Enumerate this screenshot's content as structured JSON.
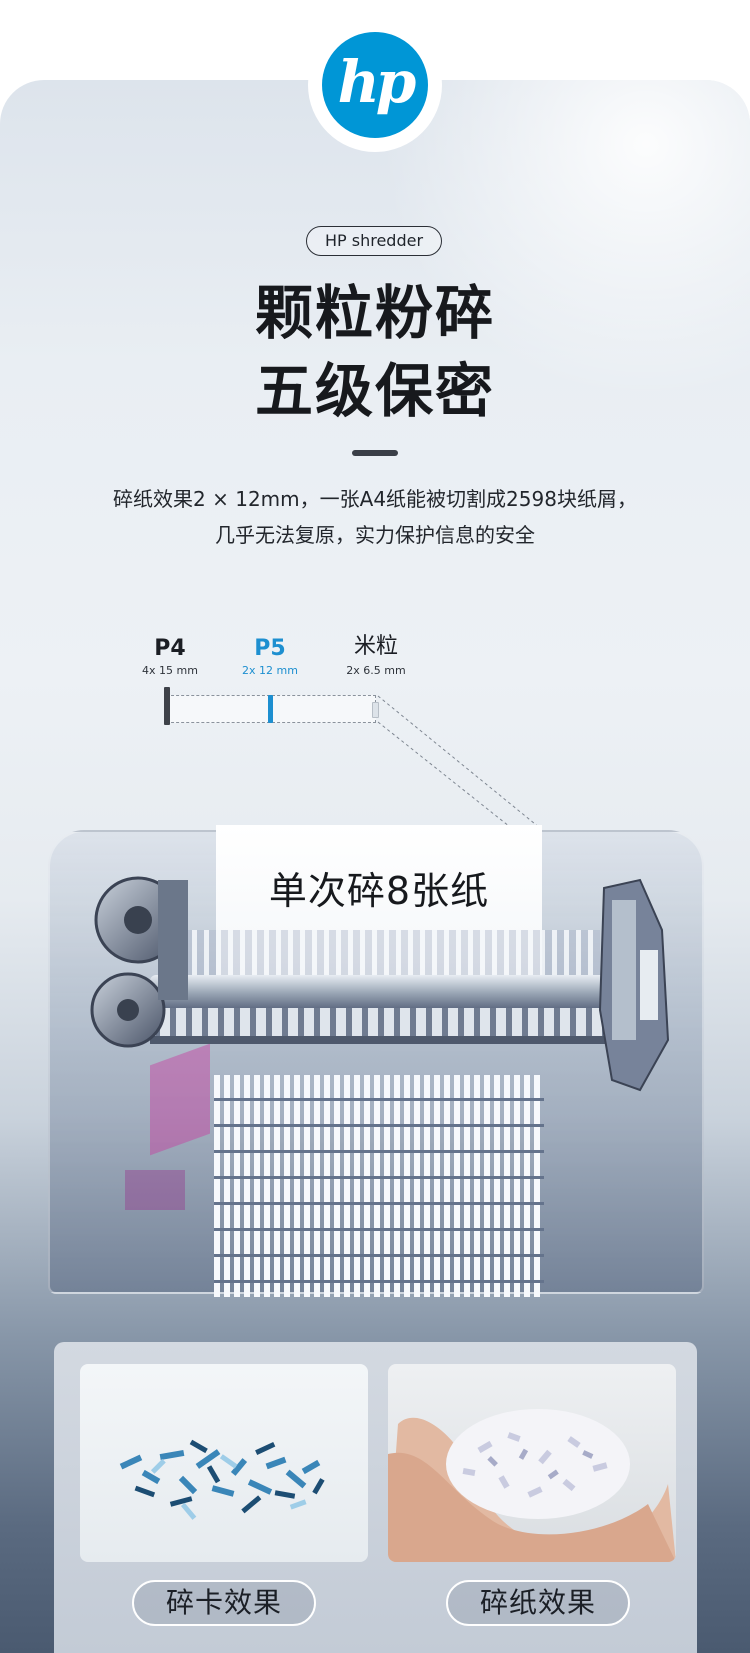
{
  "brand": {
    "logo_text": "hp",
    "color": "#0096d6"
  },
  "header": {
    "tag": "HP shredder",
    "headline_line1": "颗粒粉碎",
    "headline_line2": "五级保密",
    "description_line1": "碎纸效果2 × 12mm，一张A4纸能被切割成2598块纸屑，",
    "description_line2": "几乎无法复原，实力保护信息的安全"
  },
  "levels": [
    {
      "name": "P4",
      "size": "4x 15 mm"
    },
    {
      "name": "P5",
      "size": "2x 12 mm",
      "accent": "#1d8fd0"
    },
    {
      "name": "米粒",
      "size": "2x 6.5 mm"
    }
  ],
  "machine": {
    "paper_label": "单次碎8张纸"
  },
  "results": [
    {
      "caption": "碎卡效果",
      "icon": "card-confetti"
    },
    {
      "caption": "碎纸效果",
      "icon": "paper-confetti-in-hands"
    }
  ]
}
